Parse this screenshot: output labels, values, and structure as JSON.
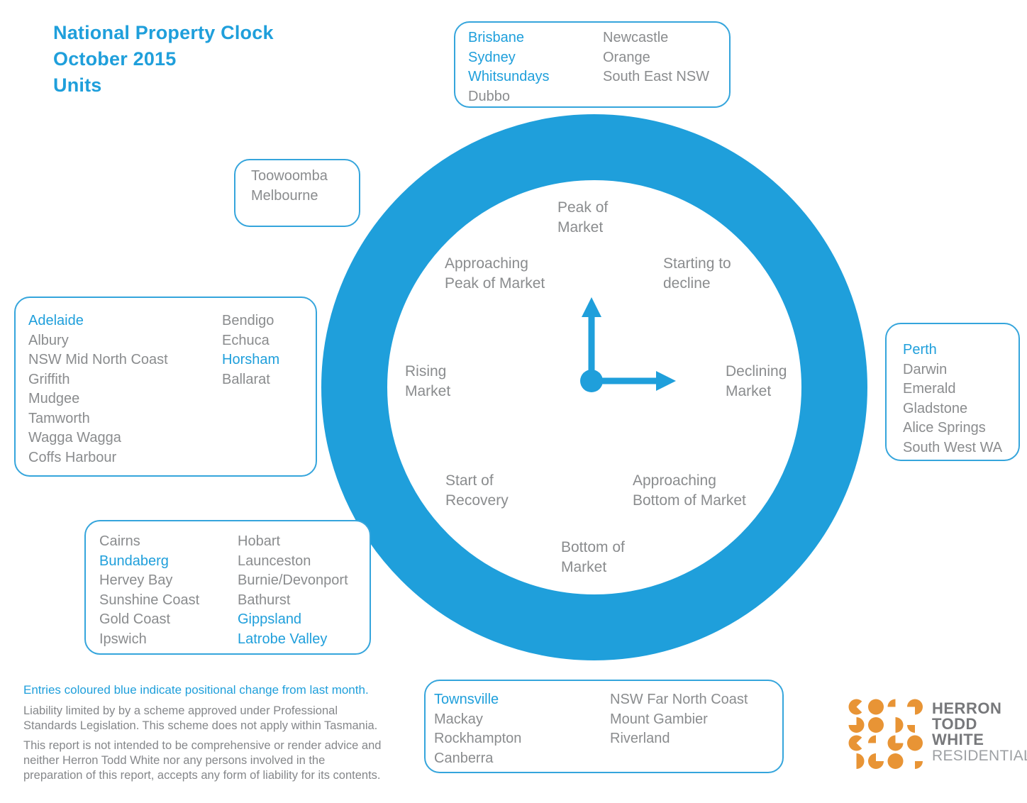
{
  "title": {
    "lines": [
      "National Property Clock",
      "October 2015",
      "Units"
    ]
  },
  "colors": {
    "blue": "#1f9fdb",
    "gray": "#8a8c8e",
    "orange": "#e89435"
  },
  "legend_note": "Entries coloured blue indicate positional change from last month.",
  "clock": {
    "labels": {
      "peak": {
        "l1": "Peak of",
        "l2": "Market"
      },
      "starting_to_decline": {
        "l1": "Starting to",
        "l2": "decline"
      },
      "declining": {
        "l1": "Declining",
        "l2": "Market"
      },
      "approaching_bottom": {
        "l1": "Approaching",
        "l2": "Bottom of Market"
      },
      "bottom": {
        "l1": "Bottom of",
        "l2": "Market"
      },
      "start_of_recovery": {
        "l1": "Start of",
        "l2": "Recovery"
      },
      "rising": {
        "l1": "Rising",
        "l2": "Market"
      },
      "approaching_peak": {
        "l1": "Approaching",
        "l2": "Peak of Market"
      }
    }
  },
  "city_boxes": {
    "peak_of_market": {
      "col1": [
        {
          "name": "Brisbane",
          "changed": true
        },
        {
          "name": "Sydney",
          "changed": true
        },
        {
          "name": "Whitsundays",
          "changed": true
        },
        {
          "name": "Dubbo",
          "changed": false
        }
      ],
      "col2": [
        {
          "name": "Newcastle",
          "changed": false
        },
        {
          "name": "Orange",
          "changed": false
        },
        {
          "name": "South East NSW",
          "changed": false
        }
      ]
    },
    "approaching_peak": {
      "col1": [
        {
          "name": "Toowoomba",
          "changed": false
        },
        {
          "name": "Melbourne",
          "changed": false
        }
      ]
    },
    "rising_market": {
      "col1": [
        {
          "name": "Adelaide",
          "changed": true
        },
        {
          "name": "Albury",
          "changed": false
        },
        {
          "name": "NSW Mid North Coast",
          "changed": false
        },
        {
          "name": "Griffith",
          "changed": false
        },
        {
          "name": "Mudgee",
          "changed": false
        },
        {
          "name": "Tamworth",
          "changed": false
        },
        {
          "name": "Wagga Wagga",
          "changed": false
        },
        {
          "name": "Coffs Harbour",
          "changed": false
        }
      ],
      "col2": [
        {
          "name": "Bendigo",
          "changed": false
        },
        {
          "name": "Echuca",
          "changed": false
        },
        {
          "name": "Horsham",
          "changed": true
        },
        {
          "name": "Ballarat",
          "changed": false
        }
      ]
    },
    "declining_market": {
      "col1": [
        {
          "name": "Perth",
          "changed": true
        },
        {
          "name": "Darwin",
          "changed": false
        },
        {
          "name": "Emerald",
          "changed": false
        },
        {
          "name": "Gladstone",
          "changed": false
        },
        {
          "name": "Alice Springs",
          "changed": false
        },
        {
          "name": "South West WA",
          "changed": false
        }
      ]
    },
    "bottom_of_market": {
      "col1": [
        {
          "name": "Cairns",
          "changed": false
        },
        {
          "name": "Bundaberg",
          "changed": true
        },
        {
          "name": "Hervey Bay",
          "changed": false
        },
        {
          "name": "Sunshine Coast",
          "changed": false
        },
        {
          "name": "Gold Coast",
          "changed": false
        },
        {
          "name": "Ipswich",
          "changed": false
        }
      ],
      "col2": [
        {
          "name": "Hobart",
          "changed": false
        },
        {
          "name": "Launceston",
          "changed": false
        },
        {
          "name": "Burnie/Devonport",
          "changed": false
        },
        {
          "name": "Bathurst",
          "changed": false
        },
        {
          "name": "Gippsland",
          "changed": true
        },
        {
          "name": "Latrobe Valley",
          "changed": true
        }
      ]
    },
    "start_of_recovery": {
      "col1": [
        {
          "name": "Townsville",
          "changed": true
        },
        {
          "name": "Mackay",
          "changed": false
        },
        {
          "name": "Rockhampton",
          "changed": false
        },
        {
          "name": "Canberra",
          "changed": false
        }
      ],
      "col2": [
        {
          "name": "NSW Far North Coast",
          "changed": false
        },
        {
          "name": "Mount Gambier",
          "changed": false
        },
        {
          "name": "Riverland",
          "changed": false
        }
      ]
    }
  },
  "footer": {
    "para1": "Liability limited by by a scheme approved under Professional Standards Legislation. This scheme does not apply within Tasmania.",
    "para2": "This report is not intended to be comprehensive or render advice and neither Herron Todd White nor any persons involved in the preparation of this report, accepts any form of liability for its contents."
  },
  "logo": {
    "word1": "HERRON",
    "word2": "TODD",
    "word3": "WHITE",
    "sub": "RESIDENTIAL"
  }
}
